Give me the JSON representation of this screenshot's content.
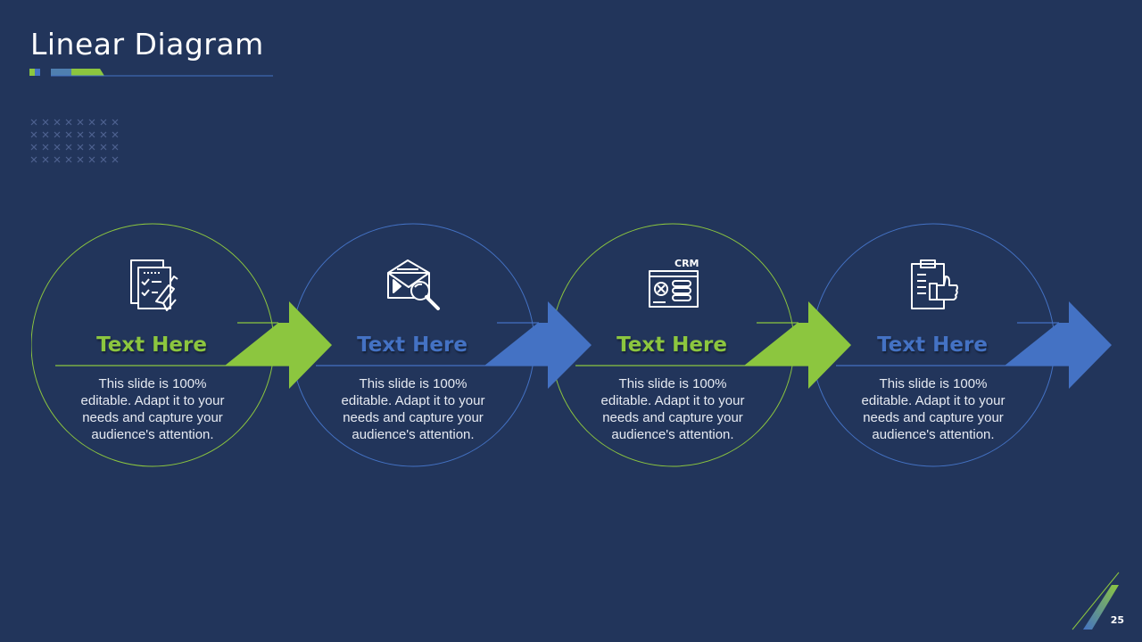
{
  "slide": {
    "title": "Linear Diagram",
    "page_number": "25"
  },
  "colors": {
    "background": "#22355b",
    "green": "#8cc63f",
    "blue": "#4472c4",
    "text_light": "#e6eaf2"
  },
  "steps": [
    {
      "title": "Text Here",
      "description": "This slide is 100% editable. Adapt it to your needs and capture your audience's attention.",
      "icon": "document-check-icon",
      "color": "#8cc63f"
    },
    {
      "title": "Text Here",
      "description": "This slide is 100% editable. Adapt it to your needs and capture your audience's attention.",
      "icon": "email-search-icon",
      "color": "#4472c4"
    },
    {
      "title": "Text Here",
      "description": "This slide is 100% editable. Adapt it to your needs and capture your audience's attention.",
      "icon": "crm-dashboard-icon",
      "crm_label": "CRM",
      "color": "#8cc63f"
    },
    {
      "title": "Text Here",
      "description": "This slide is 100% editable. Adapt it to your needs and capture your audience's attention.",
      "icon": "clipboard-thumbs-up-icon",
      "color": "#4472c4"
    }
  ]
}
